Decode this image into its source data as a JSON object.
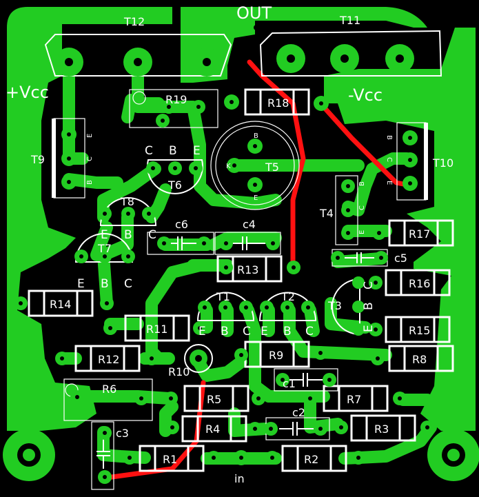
{
  "colors": {
    "copper": "#22cc22",
    "jumper": "#ff1111",
    "silkscreen": "#ffffff",
    "board": "#000000"
  },
  "labels": {
    "out": "OUT",
    "in": "in",
    "vcc_pos": "+Vcc",
    "vcc_neg": "-Vcc",
    "t12": "T12",
    "t11": "T11",
    "t9": "T9",
    "t10": "T10",
    "t8": "T8",
    "t7": "T7",
    "t6": "T6",
    "t5": "T5",
    "t4": "T4",
    "t1": "T1",
    "t2": "T2",
    "t3": "T3",
    "r19": "R19",
    "r18": "R18",
    "r17": "R17",
    "r16": "R16",
    "r15": "R15",
    "r14": "R14",
    "r13": "R13",
    "r12": "R12",
    "r11": "R11",
    "r10": "R10",
    "r9": "R9",
    "r8": "R8",
    "r7": "R7",
    "r6": "R6",
    "r5": "R5",
    "r4": "R4",
    "r3": "R3",
    "r2": "R2",
    "r1": "R1",
    "c1": "c1",
    "c2": "c2",
    "c3": "c3",
    "c4": "c4",
    "c5": "c5",
    "c6": "c6"
  },
  "pins": {
    "e": "E",
    "b": "B",
    "c": "C",
    "sm_e": "E",
    "sm_b": "B",
    "sm_c": "C",
    "sm_k": "K"
  }
}
